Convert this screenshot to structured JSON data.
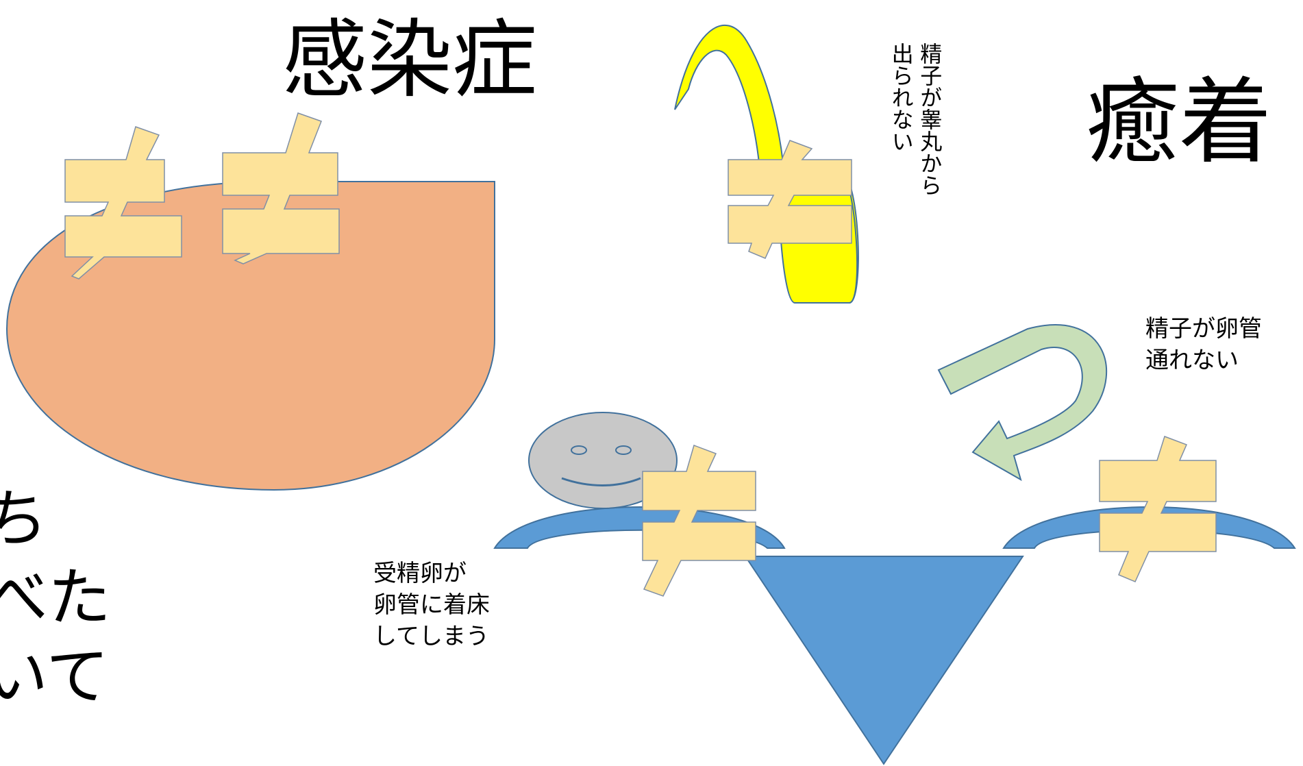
{
  "titles": {
    "infection": "感染症",
    "adhesion": "癒着"
  },
  "side_text": "ち\nべた\nいて",
  "notes": {
    "sperm_cannot_leave_testis": "精子が睾丸から\n出られない",
    "sperm_cannot_pass_tube": "精子が卵管\n通れない",
    "fertilized_egg_implants_in_tube": "受精卵が\n卵管に着床\nしてしまう"
  },
  "colors": {
    "sperm_mark": "#fde39a",
    "mark_stroke": "#7f8fa6",
    "blob": "#f2b084",
    "yellow_coil": "#ffff00",
    "green_arrow": "#c8dfb8",
    "blue_shape": "#5b9bd5",
    "face": "#c8c8c8",
    "outline": "#41719c"
  }
}
